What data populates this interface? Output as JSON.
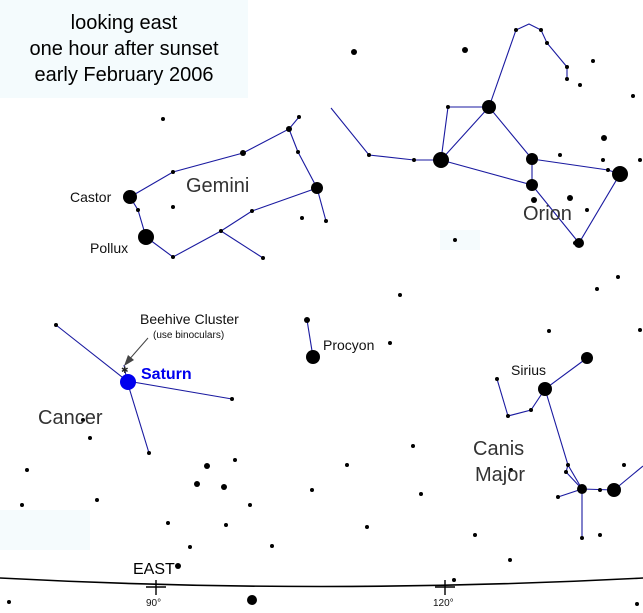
{
  "title": {
    "line1": "looking east",
    "line2": "one hour after sunset",
    "line3": "early February 2006"
  },
  "constellations": {
    "gemini": "Gemini",
    "orion": "Orion",
    "cancer": "Cancer",
    "canis_major_line1": "Canis",
    "canis_major_line2": "Major"
  },
  "stars": {
    "castor": "Castor",
    "pollux": "Pollux",
    "procyon": "Procyon",
    "sirius": "Sirius"
  },
  "objects": {
    "beehive": "Beehive Cluster",
    "beehive_note": "(use binoculars)",
    "saturn": "Saturn"
  },
  "horizon": {
    "direction": "EAST",
    "ticks": [
      "90°",
      "120°"
    ]
  },
  "colors": {
    "lines": "#1a1aa0",
    "stars": "#000000",
    "planet": "#0000ee",
    "title_bg": "#f4fbfd"
  }
}
